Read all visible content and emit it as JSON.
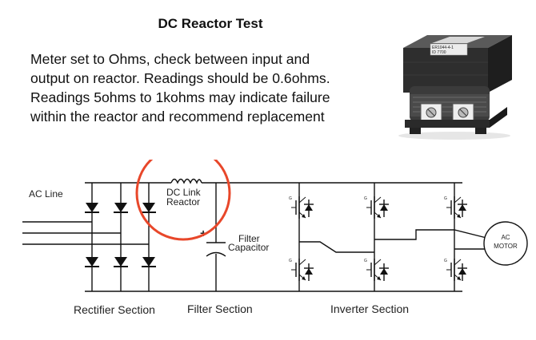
{
  "title": "DC Reactor Test",
  "description_lines": [
    "Meter set to Ohms, check between input and",
    "output on reactor. Readings should be 0.6ohms.",
    "Readings 5ohms to 1kohms may indicate failure",
    "within the reactor and recommend replacement"
  ],
  "photo": {
    "label_line1": "ER1044-4-1",
    "label_line2": "ID 7700"
  },
  "diagram": {
    "ac_line": "AC Line",
    "dc_link_line1": "DC Link",
    "dc_link_line2": "Reactor",
    "plus_sign": "+",
    "filter_line1": "Filter",
    "filter_line2": "Capacitor",
    "ac_motor_line1": "AC",
    "ac_motor_line2": "MOTOR",
    "sections": [
      "Rectifier Section",
      "Filter Section",
      "Inverter Section"
    ],
    "highlight_color": "#e8472a"
  }
}
